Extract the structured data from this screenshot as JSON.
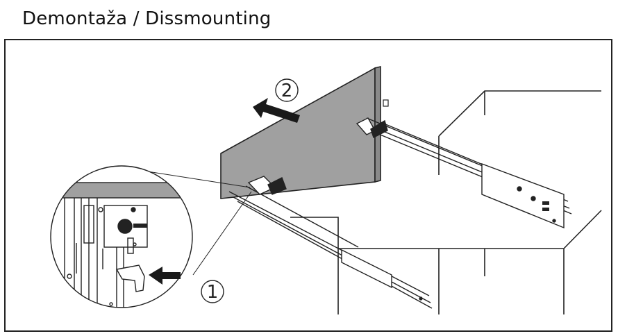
{
  "title": "Demontaža / Dissmounting",
  "steps": [
    {
      "number": "1",
      "action": "press release lever"
    },
    {
      "number": "2",
      "action": "pull drawer out"
    }
  ],
  "colors": {
    "line": "#222222",
    "drawer_front": "#a0a0a0",
    "background": "#ffffff"
  }
}
